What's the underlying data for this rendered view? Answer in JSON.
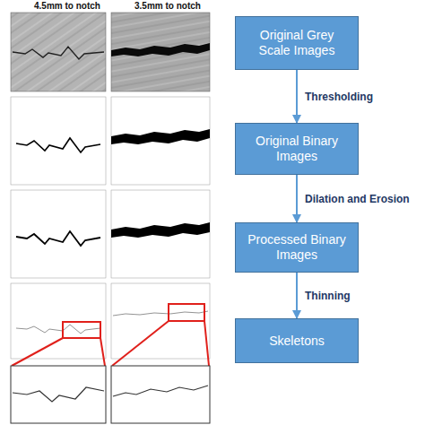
{
  "diagram": {
    "nodes": [
      {
        "text": [
          "Original Grey Scale Images"
        ]
      },
      {
        "text": [
          "Original Binary Images"
        ]
      },
      {
        "text": [
          "Processed Binary Images"
        ]
      },
      {
        "text": [
          "Skeletons"
        ]
      }
    ],
    "edges": [
      {
        "from": 0,
        "to": 1,
        "arrow": "to",
        "label": "Thresholding"
      },
      {
        "from": 1,
        "to": 2,
        "arrow": "to",
        "label": "Dilation and Erosion"
      },
      {
        "from": 2,
        "to": 3,
        "arrow": "to",
        "label": "Thinning"
      }
    ],
    "labels": [
      "4.5mm to notch",
      "3.5mm to notch"
    ]
  }
}
